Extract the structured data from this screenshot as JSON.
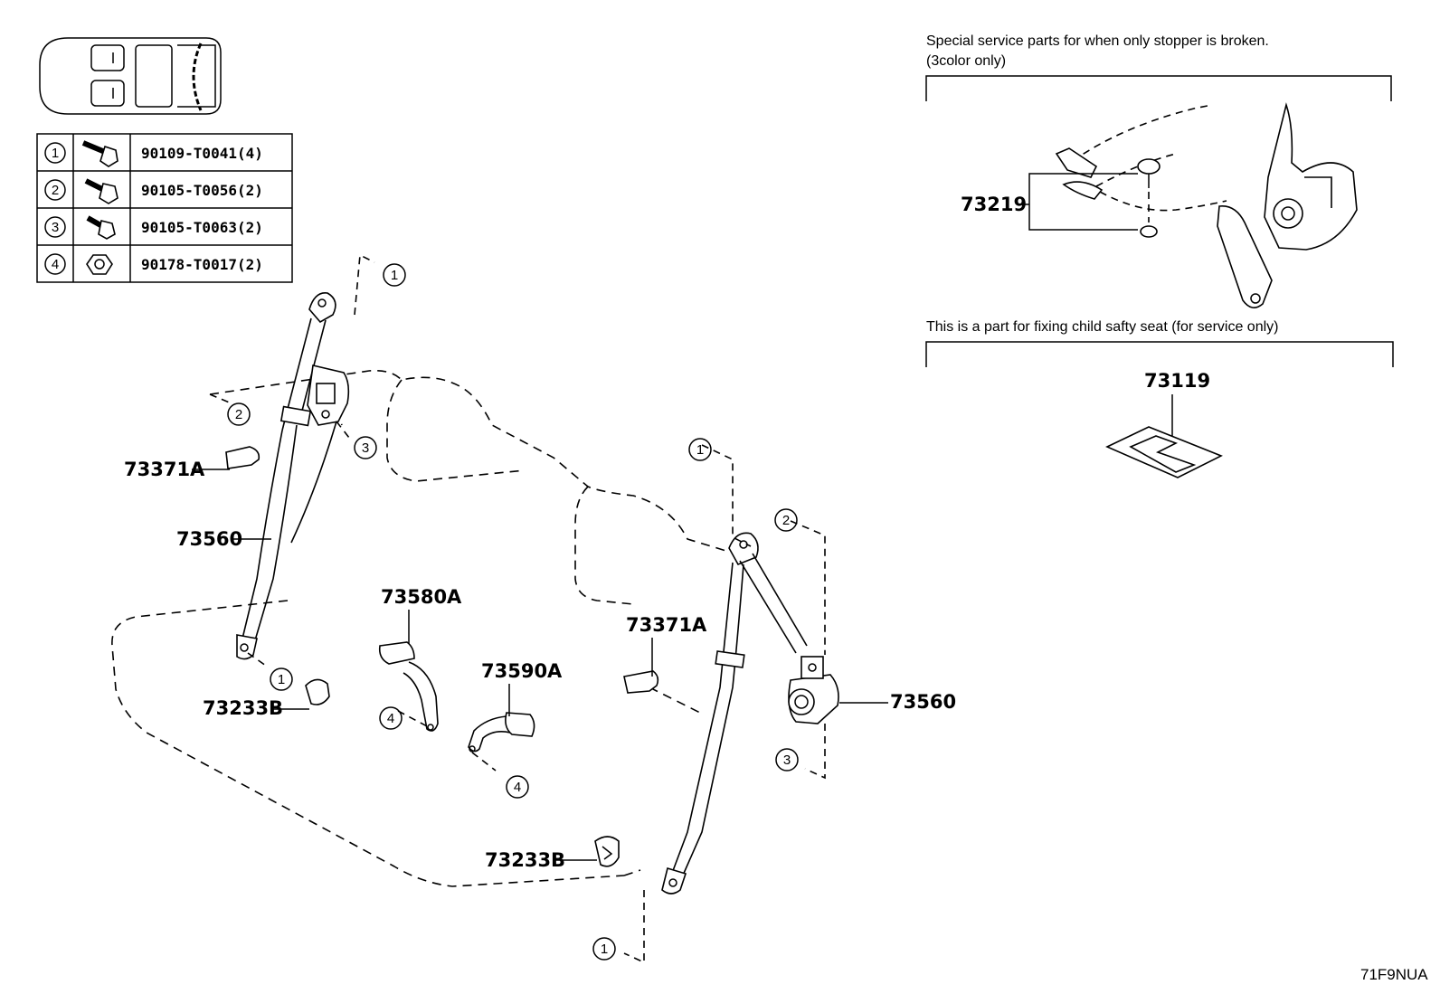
{
  "fastener_table": [
    {
      "ref": "1",
      "part": "90109-T0041(4)",
      "icon": "bolt-icon"
    },
    {
      "ref": "2",
      "part": "90105-T0056(2)",
      "icon": "bolt-icon"
    },
    {
      "ref": "3",
      "part": "90105-T0063(2)",
      "icon": "bolt-icon"
    },
    {
      "ref": "4",
      "part": "90178-T0017(2)",
      "icon": "nut-icon"
    }
  ],
  "callouts": {
    "c1": "1",
    "c2": "2",
    "c3": "3",
    "c4": "4"
  },
  "labels": {
    "anchor_cover_left": "73371A",
    "belt_left": "73560",
    "buckle_a": "73580A",
    "buckle_b": "73590A",
    "anchor_cover_right": "73371A",
    "cover_left": "73233B",
    "belt_right": "73560",
    "cover_bottom": "73233B",
    "stopper_part": "73219",
    "child_seat_part": "73119"
  },
  "notes": {
    "stopper_line1": "Special service parts for when only stopper is broken.",
    "stopper_line2": "(3color only)",
    "child_seat": "This is a part for fixing child safty seat (for service only)"
  },
  "diagram_code": "71F9NUA"
}
